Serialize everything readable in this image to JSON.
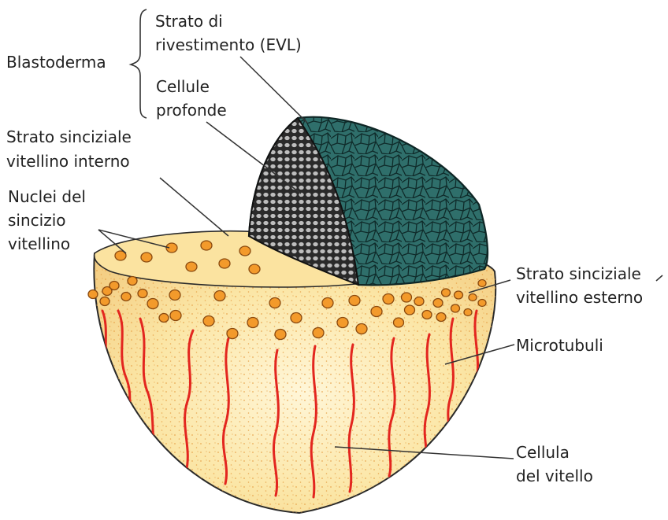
{
  "labels": {
    "blastoderma": "Blastoderma",
    "evl_line1": "Strato di",
    "evl_line2": "rivestimento (EVL)",
    "deep_line1": "Cellule",
    "deep_line2": "profonde",
    "ysl_int_line1": "Strato sinciziale",
    "ysl_int_line2": "vitellino interno",
    "nuclei_line1": "Nuclei del",
    "nuclei_line2": "sincizio",
    "nuclei_line3": "vitellino",
    "ysl_ext_line1": "Strato sinciziale",
    "ysl_ext_line2": "vitellino esterno",
    "microtubuli": "Microtubuli",
    "yolk_line1": "Cellula",
    "yolk_line2": "del vitello"
  },
  "colors": {
    "yolk_fill": "#fbe6a6",
    "yolk_light": "#fff6d8",
    "yolk_stipple": "#e7a24a",
    "nucleus_fill": "#f39a2b",
    "nucleus_edge": "#8a4a10",
    "microtubule": "#e3261f",
    "evl_fill": "#2f6f6b",
    "evl_dark": "#163a39",
    "deep_fill": "#2a2a2a",
    "deep_cell": "#bdbdbd",
    "outline": "#2a2a2a",
    "leader": "#333333"
  }
}
